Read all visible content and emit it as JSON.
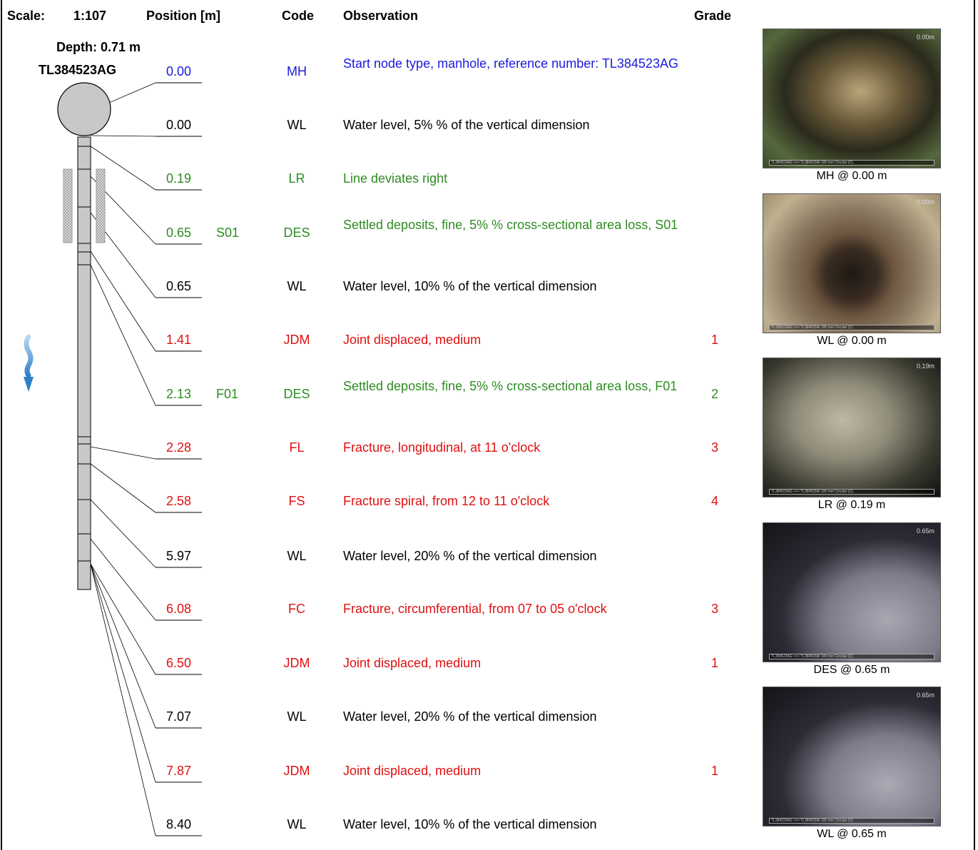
{
  "header": {
    "scale_label": "Scale:",
    "scale_value": "1:107",
    "position_label": "Position [m]",
    "code_label": "Code",
    "observation_label": "Observation",
    "grade_label": "Grade"
  },
  "node": {
    "depth": "Depth: 0.71 m",
    "id": "TL384523AG"
  },
  "colors": {
    "black": "#000000",
    "blue": "#1a1adb",
    "green": "#2e8b22",
    "red": "#e01010",
    "flow_arrow": "#2f7fc8"
  },
  "observations": [
    {
      "position": "0.00",
      "ref": "",
      "code": "MH",
      "text": "Start node type, manhole, reference number: TL384523AG",
      "grade": "",
      "color": "blue"
    },
    {
      "position": "0.00",
      "ref": "",
      "code": "WL",
      "text": "Water level, 5% % of the vertical dimension",
      "grade": "",
      "color": "black"
    },
    {
      "position": "0.19",
      "ref": "",
      "code": "LR",
      "text": "Line deviates right",
      "grade": "",
      "color": "green"
    },
    {
      "position": "0.65",
      "ref": "S01",
      "code": "DES",
      "text": "Settled deposits, fine, 5% % cross-sectional area loss, S01",
      "grade": "",
      "color": "green"
    },
    {
      "position": "0.65",
      "ref": "",
      "code": "WL",
      "text": "Water level, 10% % of the vertical dimension",
      "grade": "",
      "color": "black"
    },
    {
      "position": "1.41",
      "ref": "",
      "code": "JDM",
      "text": "Joint displaced, medium",
      "grade": "1",
      "color": "red"
    },
    {
      "position": "2.13",
      "ref": "F01",
      "code": "DES",
      "text": "Settled deposits, fine, 5% % cross-sectional area loss, F01",
      "grade": "2",
      "color": "green"
    },
    {
      "position": "2.28",
      "ref": "",
      "code": "FL",
      "text": "Fracture, longitudinal, at 11 o'clock",
      "grade": "3",
      "color": "red"
    },
    {
      "position": "2.58",
      "ref": "",
      "code": "FS",
      "text": "Fracture spiral, from 12 to 11 o'clock",
      "grade": "4",
      "color": "red"
    },
    {
      "position": "5.97",
      "ref": "",
      "code": "WL",
      "text": "Water level, 20% % of the vertical dimension",
      "grade": "",
      "color": "black"
    },
    {
      "position": "6.08",
      "ref": "",
      "code": "FC",
      "text": "Fracture, circumferential, from 07 to 05 o'clock",
      "grade": "3",
      "color": "red"
    },
    {
      "position": "6.50",
      "ref": "",
      "code": "JDM",
      "text": "Joint displaced, medium",
      "grade": "1",
      "color": "red"
    },
    {
      "position": "7.07",
      "ref": "",
      "code": "WL",
      "text": "Water level, 20% % of the vertical dimension",
      "grade": "",
      "color": "black"
    },
    {
      "position": "7.87",
      "ref": "",
      "code": "JDM",
      "text": "Joint displaced, medium",
      "grade": "1",
      "color": "red"
    },
    {
      "position": "8.40",
      "ref": "",
      "code": "WL",
      "text": "Water level, 10% % of the vertical dimension",
      "grade": "",
      "color": "black"
    }
  ],
  "photos": [
    {
      "caption": "MH @ 0.00 m",
      "overlay": "0.00m",
      "footer": "TL384523AG >>> TL384533AI 100 mm Circular (C)"
    },
    {
      "caption": "WL @ 0.00 m",
      "overlay": "0.00m",
      "footer": "TL384523AG >>> TL384533AI 100 mm Circular (C)"
    },
    {
      "caption": "LR @ 0.19 m",
      "overlay": "0.19m",
      "footer": "TL384523AG >>> TL384533AI 100 mm Circular (C)"
    },
    {
      "caption": "DES @ 0.65 m",
      "overlay": "0.65m",
      "footer": "TL384523AG >>> TL384533AI 100 mm Circular (C)"
    },
    {
      "caption": "WL @ 0.65 m",
      "overlay": "0.65m",
      "footer": "TL384523AG >>> TL384533AI 100 mm Circular (C)"
    }
  ]
}
